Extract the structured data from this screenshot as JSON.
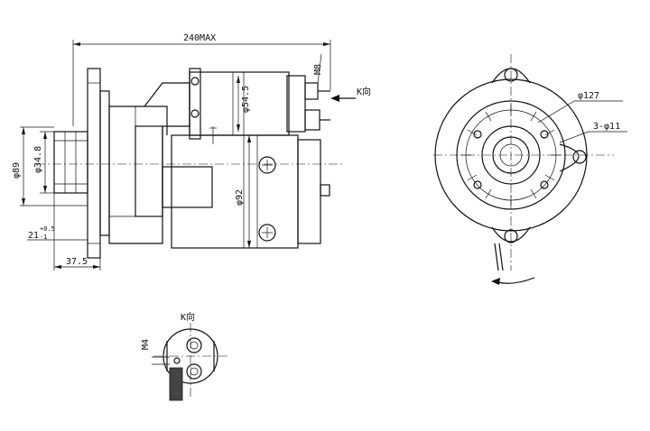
{
  "dimensions": {
    "overall_length": "240MAX",
    "thread_top": "M8",
    "solenoid_dia": "φ54.5",
    "motor_dia": "φ92",
    "pinion_dia": "φ34.8",
    "flange_dia": "φ89",
    "offset": "21",
    "offset_tol_upper": "+0.5",
    "offset_tol_lower": "-1",
    "flange_depth": "37.5",
    "bolt_circle": "φ127",
    "holes": "3-φ11",
    "detail_thread": "M4"
  },
  "view_labels": {
    "view_k_arrow": "K向",
    "view_k_title": "K向"
  }
}
